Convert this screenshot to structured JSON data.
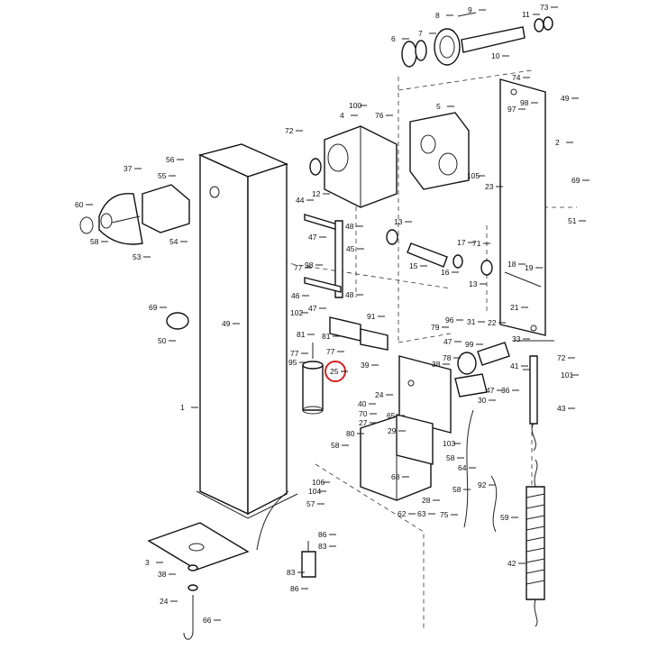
{
  "diagram": {
    "highlight_color": "#d32020",
    "highlighted_part": "25",
    "parts": [
      {
        "id": "p1",
        "label": "1"
      },
      {
        "id": "p2",
        "label": "2"
      },
      {
        "id": "p3",
        "label": "3"
      },
      {
        "id": "p4",
        "label": "4"
      },
      {
        "id": "p5",
        "label": "5"
      },
      {
        "id": "p6",
        "label": "6"
      },
      {
        "id": "p7",
        "label": "7"
      },
      {
        "id": "p8",
        "label": "8"
      },
      {
        "id": "p9",
        "label": "9"
      },
      {
        "id": "p10",
        "label": "10"
      },
      {
        "id": "p11",
        "label": "11"
      },
      {
        "id": "p12",
        "label": "12"
      },
      {
        "id": "p13a",
        "label": "13"
      },
      {
        "id": "p13b",
        "label": "13"
      },
      {
        "id": "p15",
        "label": "15"
      },
      {
        "id": "p16",
        "label": "16"
      },
      {
        "id": "p17",
        "label": "17"
      },
      {
        "id": "p18",
        "label": "18"
      },
      {
        "id": "p19",
        "label": "19"
      },
      {
        "id": "p21",
        "label": "21"
      },
      {
        "id": "p22",
        "label": "22"
      },
      {
        "id": "p23",
        "label": "23"
      },
      {
        "id": "p24a",
        "label": "24"
      },
      {
        "id": "p24b",
        "label": "24"
      },
      {
        "id": "p25",
        "label": "25"
      },
      {
        "id": "p27",
        "label": "27"
      },
      {
        "id": "p28",
        "label": "28"
      },
      {
        "id": "p29",
        "label": "29"
      },
      {
        "id": "p30",
        "label": "30"
      },
      {
        "id": "p31",
        "label": "31"
      },
      {
        "id": "p33",
        "label": "33"
      },
      {
        "id": "p36",
        "label": "36"
      },
      {
        "id": "p37",
        "label": "37"
      },
      {
        "id": "p38a",
        "label": "38"
      },
      {
        "id": "p38b",
        "label": "38"
      },
      {
        "id": "p39",
        "label": "39"
      },
      {
        "id": "p40",
        "label": "40"
      },
      {
        "id": "p41",
        "label": "41"
      },
      {
        "id": "p42",
        "label": "42"
      },
      {
        "id": "p43",
        "label": "43"
      },
      {
        "id": "p44",
        "label": "44"
      },
      {
        "id": "p45",
        "label": "45"
      },
      {
        "id": "p46",
        "label": "46"
      },
      {
        "id": "p47a",
        "label": "47"
      },
      {
        "id": "p47b",
        "label": "47"
      },
      {
        "id": "p47c",
        "label": "47"
      },
      {
        "id": "p47d",
        "label": "47"
      },
      {
        "id": "p48a",
        "label": "48"
      },
      {
        "id": "p48b",
        "label": "48"
      },
      {
        "id": "p49a",
        "label": "49"
      },
      {
        "id": "p49b",
        "label": "49"
      },
      {
        "id": "p50",
        "label": "50"
      },
      {
        "id": "p51",
        "label": "51"
      },
      {
        "id": "p53",
        "label": "53"
      },
      {
        "id": "p54",
        "label": "54"
      },
      {
        "id": "p55",
        "label": "55"
      },
      {
        "id": "p56",
        "label": "56"
      },
      {
        "id": "p57",
        "label": "57"
      },
      {
        "id": "p58a",
        "label": "58"
      },
      {
        "id": "p58b",
        "label": "58"
      },
      {
        "id": "p58c",
        "label": "58"
      },
      {
        "id": "p58d",
        "label": "58"
      },
      {
        "id": "p59",
        "label": "59"
      },
      {
        "id": "p60",
        "label": "60"
      },
      {
        "id": "p62",
        "label": "62"
      },
      {
        "id": "p63",
        "label": "63"
      },
      {
        "id": "p64",
        "label": "64"
      },
      {
        "id": "p65",
        "label": "65"
      },
      {
        "id": "p66",
        "label": "66"
      },
      {
        "id": "p68",
        "label": "68"
      },
      {
        "id": "p69a",
        "label": "69"
      },
      {
        "id": "p69b",
        "label": "69"
      },
      {
        "id": "p70",
        "label": "70"
      },
      {
        "id": "p71",
        "label": "71"
      },
      {
        "id": "p72a",
        "label": "72"
      },
      {
        "id": "p72b",
        "label": "72"
      },
      {
        "id": "p73",
        "label": "73"
      },
      {
        "id": "p74",
        "label": "74"
      },
      {
        "id": "p75",
        "label": "75"
      },
      {
        "id": "p76",
        "label": "76"
      },
      {
        "id": "p77a",
        "label": "77"
      },
      {
        "id": "p77b",
        "label": "77"
      },
      {
        "id": "p77c",
        "label": "77"
      },
      {
        "id": "p78",
        "label": "78"
      },
      {
        "id": "p79",
        "label": "79"
      },
      {
        "id": "p80",
        "label": "80"
      },
      {
        "id": "p81a",
        "label": "81"
      },
      {
        "id": "p81b",
        "label": "81"
      },
      {
        "id": "p83a",
        "label": "83"
      },
      {
        "id": "p83b",
        "label": "83"
      },
      {
        "id": "p86a",
        "label": "86"
      },
      {
        "id": "p86b",
        "label": "86"
      },
      {
        "id": "p91",
        "label": "91"
      },
      {
        "id": "p92",
        "label": "92"
      },
      {
        "id": "p95",
        "label": "95"
      },
      {
        "id": "p96",
        "label": "96"
      },
      {
        "id": "p97",
        "label": "97"
      },
      {
        "id": "p98a",
        "label": "98"
      },
      {
        "id": "p98b",
        "label": "98"
      },
      {
        "id": "p99",
        "label": "99"
      },
      {
        "id": "p100",
        "label": "100"
      },
      {
        "id": "p101",
        "label": "101"
      },
      {
        "id": "p102",
        "label": "102"
      },
      {
        "id": "p103",
        "label": "103"
      },
      {
        "id": "p104",
        "label": "104"
      },
      {
        "id": "p105",
        "label": "105"
      },
      {
        "id": "p106",
        "label": "106"
      }
    ]
  }
}
